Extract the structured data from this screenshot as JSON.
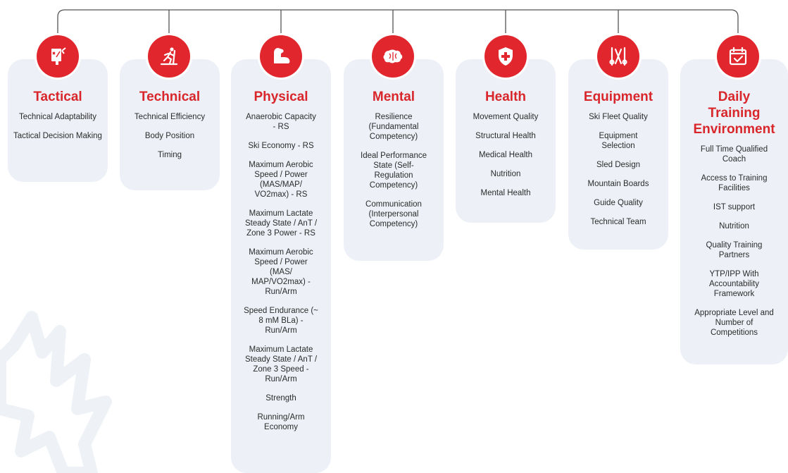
{
  "colors": {
    "accent": "#e1262d",
    "title": "#d8262b",
    "card": "#edf1f7",
    "line": "#555555"
  },
  "columns": [
    {
      "title": "Tactical",
      "icon": "tactical-board-icon",
      "items": [
        "Technical Adaptability",
        "Tactical Decision Making"
      ]
    },
    {
      "title": "Technical",
      "icon": "skier-icon",
      "items": [
        "Technical Efficiency",
        "Body Position",
        "Timing"
      ]
    },
    {
      "title": "Physical",
      "icon": "flexed-arm-icon",
      "items": [
        "Anaerobic Capacity - RS",
        "Ski Economy - RS",
        "Maximum Aerobic Speed / Power (MAS/MAP/ VO2max) - RS",
        "Maximum Lactate Steady State / AnT / Zone 3 Power - RS",
        "Maximum Aerobic Speed / Power (MAS/ MAP/VO2max) - Run/Arm",
        "Speed Endurance (~ 8 mM BLa) - Run/Arm",
        "Maximum Lactate Steady State / AnT / Zone 3 Speed - Run/Arm",
        "Strength",
        "Running/Arm Economy"
      ]
    },
    {
      "title": "Mental",
      "icon": "brain-icon",
      "items": [
        "Resilience (Fundamental Competency)",
        "Ideal Performance State (Self-Regulation Competency)",
        "Communication (Interpersonal Competency)"
      ]
    },
    {
      "title": "Health",
      "icon": "medical-shield-icon",
      "items": [
        "Movement Quality",
        "Structural Health",
        "Medical Health",
        "Nutrition",
        "Mental Health"
      ]
    },
    {
      "title": "Equipment",
      "icon": "ski-poles-icon",
      "items": [
        "Ski Fleet Quality",
        "Equipment Selection",
        "Sled Design",
        "Mountain Boards",
        "Guide Quality",
        "Technical Team"
      ]
    },
    {
      "title": "Daily Training Environment",
      "icon": "calendar-check-icon",
      "items": [
        "Full Time Qualified Coach",
        "Access to Training Facilities",
        "IST support",
        "Nutrition",
        "Quality Training Partners",
        "YTP/IPP With Accountability Framework",
        "Appropriate Level and Number of Competitions"
      ]
    }
  ]
}
